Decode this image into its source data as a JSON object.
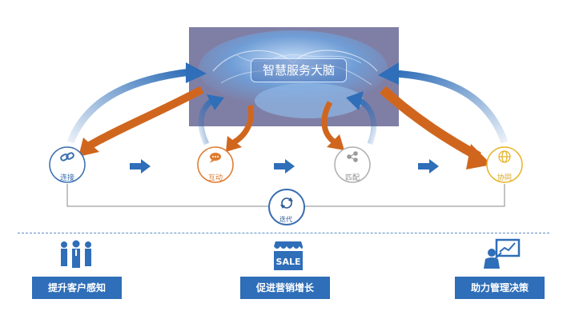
{
  "brain": {
    "title": "智慧服务大脑"
  },
  "steps": [
    {
      "label": "连接",
      "icon": "link-icon",
      "color": "#3a6fb0"
    },
    {
      "label": "互动",
      "icon": "chat-icon",
      "color": "#e07a2e"
    },
    {
      "label": "匹配",
      "icon": "share-icon",
      "color": "#9a9a9a"
    },
    {
      "label": "协同",
      "icon": "globe-icon",
      "color": "#e6b52a"
    }
  ],
  "iteration": {
    "label": "迭代",
    "icon": "refresh-icon"
  },
  "benefits": [
    {
      "label": "提升客户感知",
      "icon": "people-group-icon"
    },
    {
      "label": "促进营销增长",
      "icon": "sale-store-icon"
    },
    {
      "label": "助力管理决策",
      "icon": "presentation-icon"
    }
  ],
  "colors": {
    "blue": "#2f6eb8",
    "orange": "#d0661e",
    "brain_bg": "#7f7fa6"
  }
}
